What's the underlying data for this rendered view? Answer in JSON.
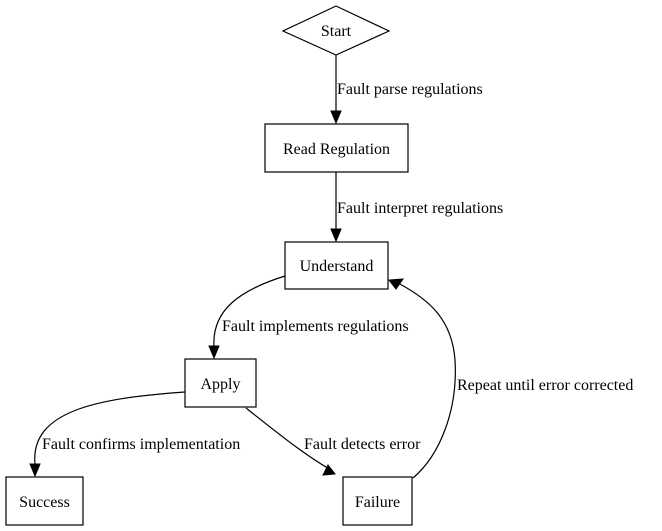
{
  "diagram": {
    "nodes": {
      "start": {
        "label": "Start",
        "shape": "diamond"
      },
      "read_regulation": {
        "label": "Read Regulation",
        "shape": "box"
      },
      "understand": {
        "label": "Understand",
        "shape": "box"
      },
      "apply": {
        "label": "Apply",
        "shape": "box"
      },
      "success": {
        "label": "Success",
        "shape": "box"
      },
      "failure": {
        "label": "Failure",
        "shape": "box"
      }
    },
    "edges": {
      "start_to_read": {
        "from": "start",
        "to": "read_regulation",
        "label": "Fault parse regulations"
      },
      "read_to_understand": {
        "from": "read_regulation",
        "to": "understand",
        "label": "Fault interpret regulations"
      },
      "understand_to_apply": {
        "from": "understand",
        "to": "apply",
        "label": "Fault implements regulations"
      },
      "apply_to_success": {
        "from": "apply",
        "to": "success",
        "label": "Fault confirms implementation"
      },
      "apply_to_failure": {
        "from": "apply",
        "to": "failure",
        "label": "Fault detects error"
      },
      "failure_to_understand": {
        "from": "failure",
        "to": "understand",
        "label": "Repeat until error corrected"
      }
    },
    "colors": {
      "stroke": "#000000",
      "fill": "#ffffff",
      "text": "#000000"
    }
  }
}
